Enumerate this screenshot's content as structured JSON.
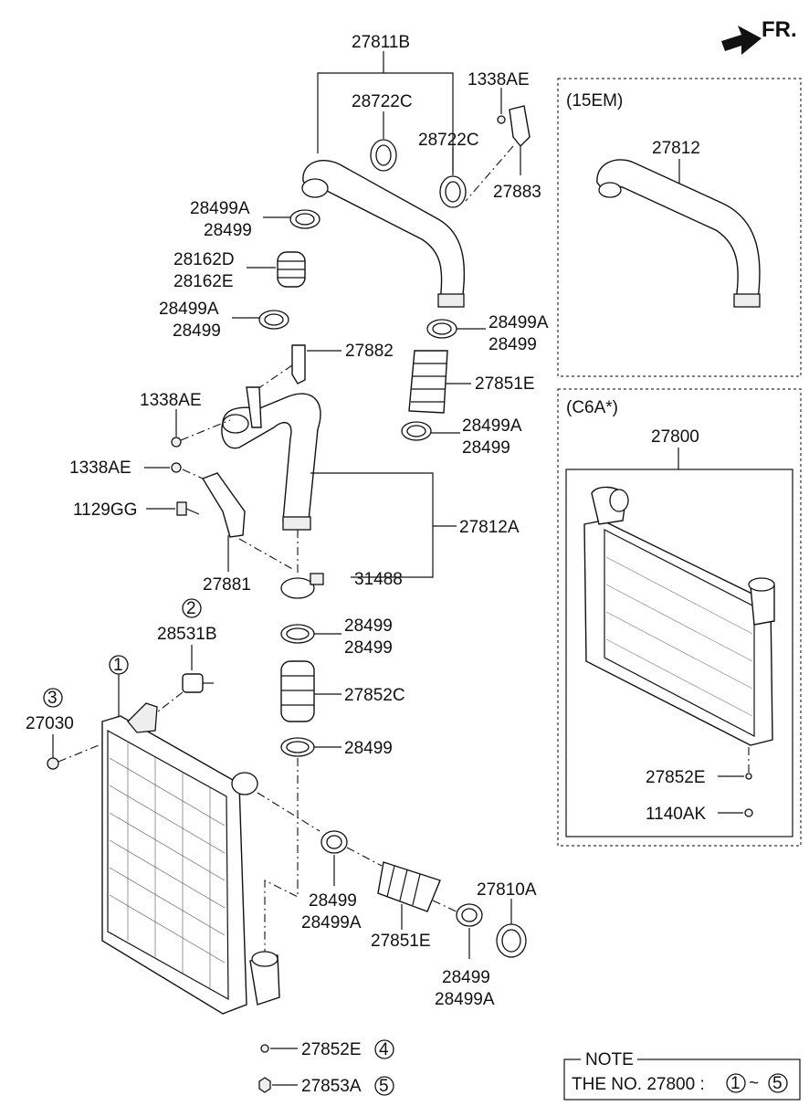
{
  "header": {
    "direction_label": "FR."
  },
  "callouts": {
    "c1": "1",
    "c2": "2",
    "c3": "3",
    "c4": "4",
    "c5": "5"
  },
  "parts": {
    "p27811B": "27811B",
    "p28722C_a": "28722C",
    "p28722C_b": "28722C",
    "p1338AE_top": "1338AE",
    "p27883": "27883",
    "p28499A_1": "28499A",
    "p28499_1": "28499",
    "p28162D": "28162D",
    "p28162E": "28162E",
    "p28499A_2": "28499A",
    "p28499_2": "28499",
    "p27882": "27882",
    "p28499A_3": "28499A",
    "p28499_3": "28499",
    "p27851E_top": "27851E",
    "p28499A_4": "28499A",
    "p28499_4": "28499",
    "p1338AE_mid": "1338AE",
    "p1338AE_low": "1338AE",
    "p1129GG": "1129GG",
    "p27812A": "27812A",
    "p27881": "27881",
    "p31488": "31488",
    "p28531B": "28531B",
    "p28499_5a": "28499",
    "p28499_5b": "28499",
    "p27852C": "27852C",
    "p27030": "27030",
    "p28499_6": "28499",
    "p28499_7": "28499",
    "p28499A_7": "28499A",
    "p27851E_bot": "27851E",
    "p27810A": "27810A",
    "p28499_8": "28499",
    "p28499A_8": "28499A",
    "p27852E_bot": "27852E",
    "p27853A": "27853A"
  },
  "variant_15em": {
    "title": "(15EM)",
    "part": "27812"
  },
  "variant_c6a": {
    "title": "(C6A*)",
    "part": "27800",
    "sub1": "27852E",
    "sub2": "1140AK"
  },
  "note": {
    "title": "NOTE",
    "text": "THE NO. 27800 :",
    "range_sep": "~",
    "range_start": "1",
    "range_end": "5"
  }
}
